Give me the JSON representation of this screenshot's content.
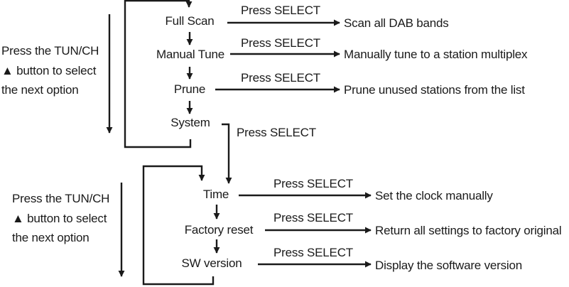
{
  "top_block": {
    "side_note": [
      "Press the TUN/CH",
      "▲ button to select",
      "the next option"
    ],
    "options": [
      "Full Scan",
      "Manual Tune",
      "Prune",
      "System"
    ],
    "actions": [
      {
        "label": "Press SELECT",
        "result": "Scan all DAB bands"
      },
      {
        "label": "Press SELECT",
        "result": "Manually tune to a station multiplex"
      },
      {
        "label": "Press SELECT",
        "result": "Prune unused stations from the list"
      }
    ],
    "system_action": "Press SELECT"
  },
  "bottom_block": {
    "side_note": [
      "Press the TUN/CH",
      "▲ button to select",
      "the next option"
    ],
    "options": [
      "Time",
      "Factory reset",
      "SW version"
    ],
    "actions": [
      {
        "label": "Press SELECT",
        "result": "Set the clock manually"
      },
      {
        "label": "Press SELECT",
        "result": "Return all settings to factory original"
      },
      {
        "label": "Press SELECT",
        "result": "Display the software version"
      }
    ]
  }
}
